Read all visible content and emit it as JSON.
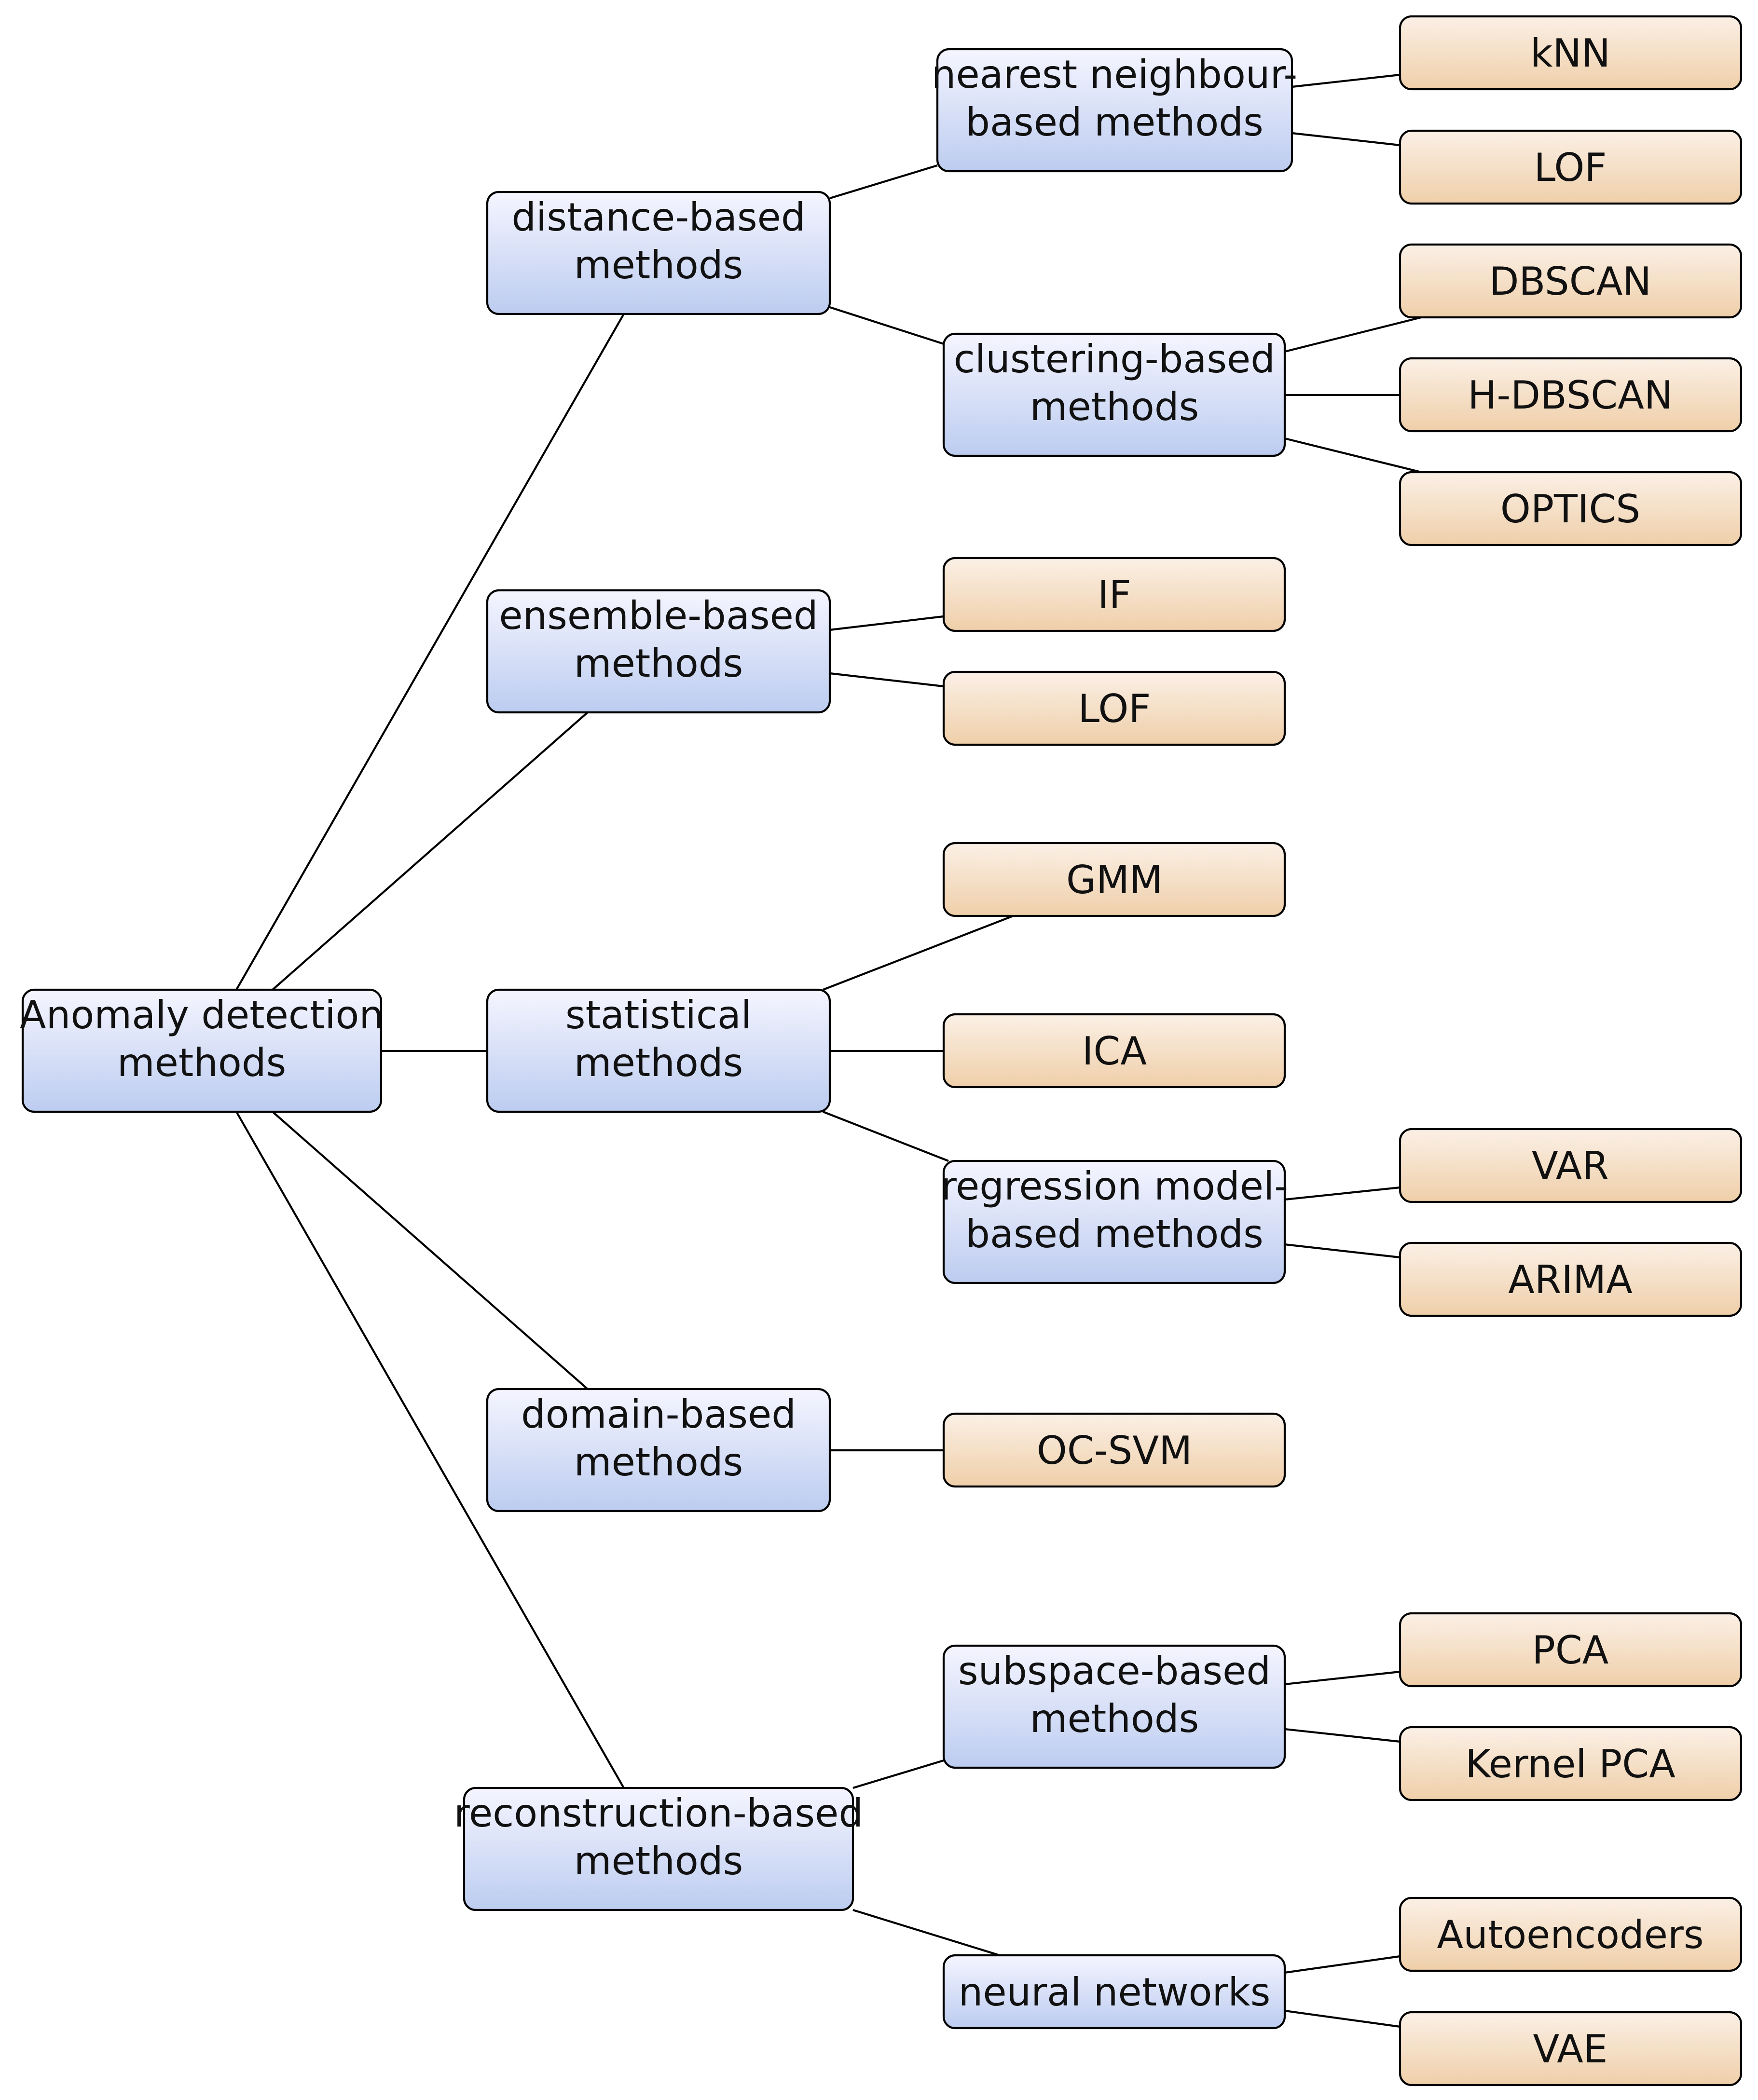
{
  "colors": {
    "category_fill_top": "#f5f5ff",
    "category_fill_bottom": "#bcccf0",
    "method_fill_top": "#fbf0e6",
    "method_fill_bottom": "#efcfa9",
    "edge": "#000000"
  },
  "nodes": {
    "root": [
      "Anomaly detection",
      "methods"
    ],
    "distance": [
      "distance-based",
      "methods"
    ],
    "nn": [
      "nearest neighbour-",
      "based methods"
    ],
    "knn": [
      "kNN"
    ],
    "lof1": [
      "LOF"
    ],
    "clustering": [
      "clustering-based",
      "methods"
    ],
    "dbscan": [
      "DBSCAN"
    ],
    "hdbscan": [
      "H-DBSCAN"
    ],
    "optics": [
      "OPTICS"
    ],
    "ensemble": [
      "ensemble-based",
      "methods"
    ],
    "iforest": [
      "IF"
    ],
    "lof2": [
      "LOF"
    ],
    "statistical": [
      "statistical",
      "methods"
    ],
    "gmm": [
      "GMM"
    ],
    "ica": [
      "ICA"
    ],
    "regression": [
      "regression model-",
      "based methods"
    ],
    "var": [
      "VAR"
    ],
    "arima": [
      "ARIMA"
    ],
    "domain": [
      "domain-based",
      "methods"
    ],
    "ocsvm": [
      "OC-SVM"
    ],
    "reconstruction": [
      "reconstruction-based",
      "methods"
    ],
    "subspace": [
      "subspace-based",
      "methods"
    ],
    "pca": [
      "PCA"
    ],
    "kpca": [
      "Kernel PCA"
    ],
    "neural": [
      "neural networks"
    ],
    "autoenc": [
      "Autoencoders"
    ],
    "vae": [
      "VAE"
    ]
  }
}
